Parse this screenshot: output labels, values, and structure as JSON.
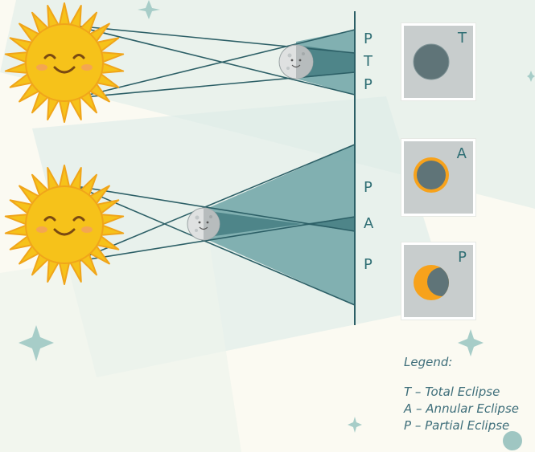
{
  "diagram": {
    "top_labels": [
      "P",
      "T",
      "P"
    ],
    "bottom_labels": [
      "P",
      "A",
      "P"
    ],
    "panels": [
      {
        "letter": "T",
        "type": "total"
      },
      {
        "letter": "A",
        "type": "annular"
      },
      {
        "letter": "P",
        "type": "partial"
      }
    ],
    "legend": {
      "title": "Legend:",
      "items": [
        "T – Total Eclipse",
        "A – Annular Eclipse",
        "P – Partial Eclipse"
      ]
    },
    "colors": {
      "sun": "#f6c21a",
      "sun_rays": "#f0a51a",
      "shadow": "#5f9a9e",
      "umbra": "#4e8589",
      "line": "#2c5f66",
      "panel_bg": "#c8cdcd",
      "moon_disc": "#5f7478",
      "annulus": "#f7a21b"
    }
  }
}
